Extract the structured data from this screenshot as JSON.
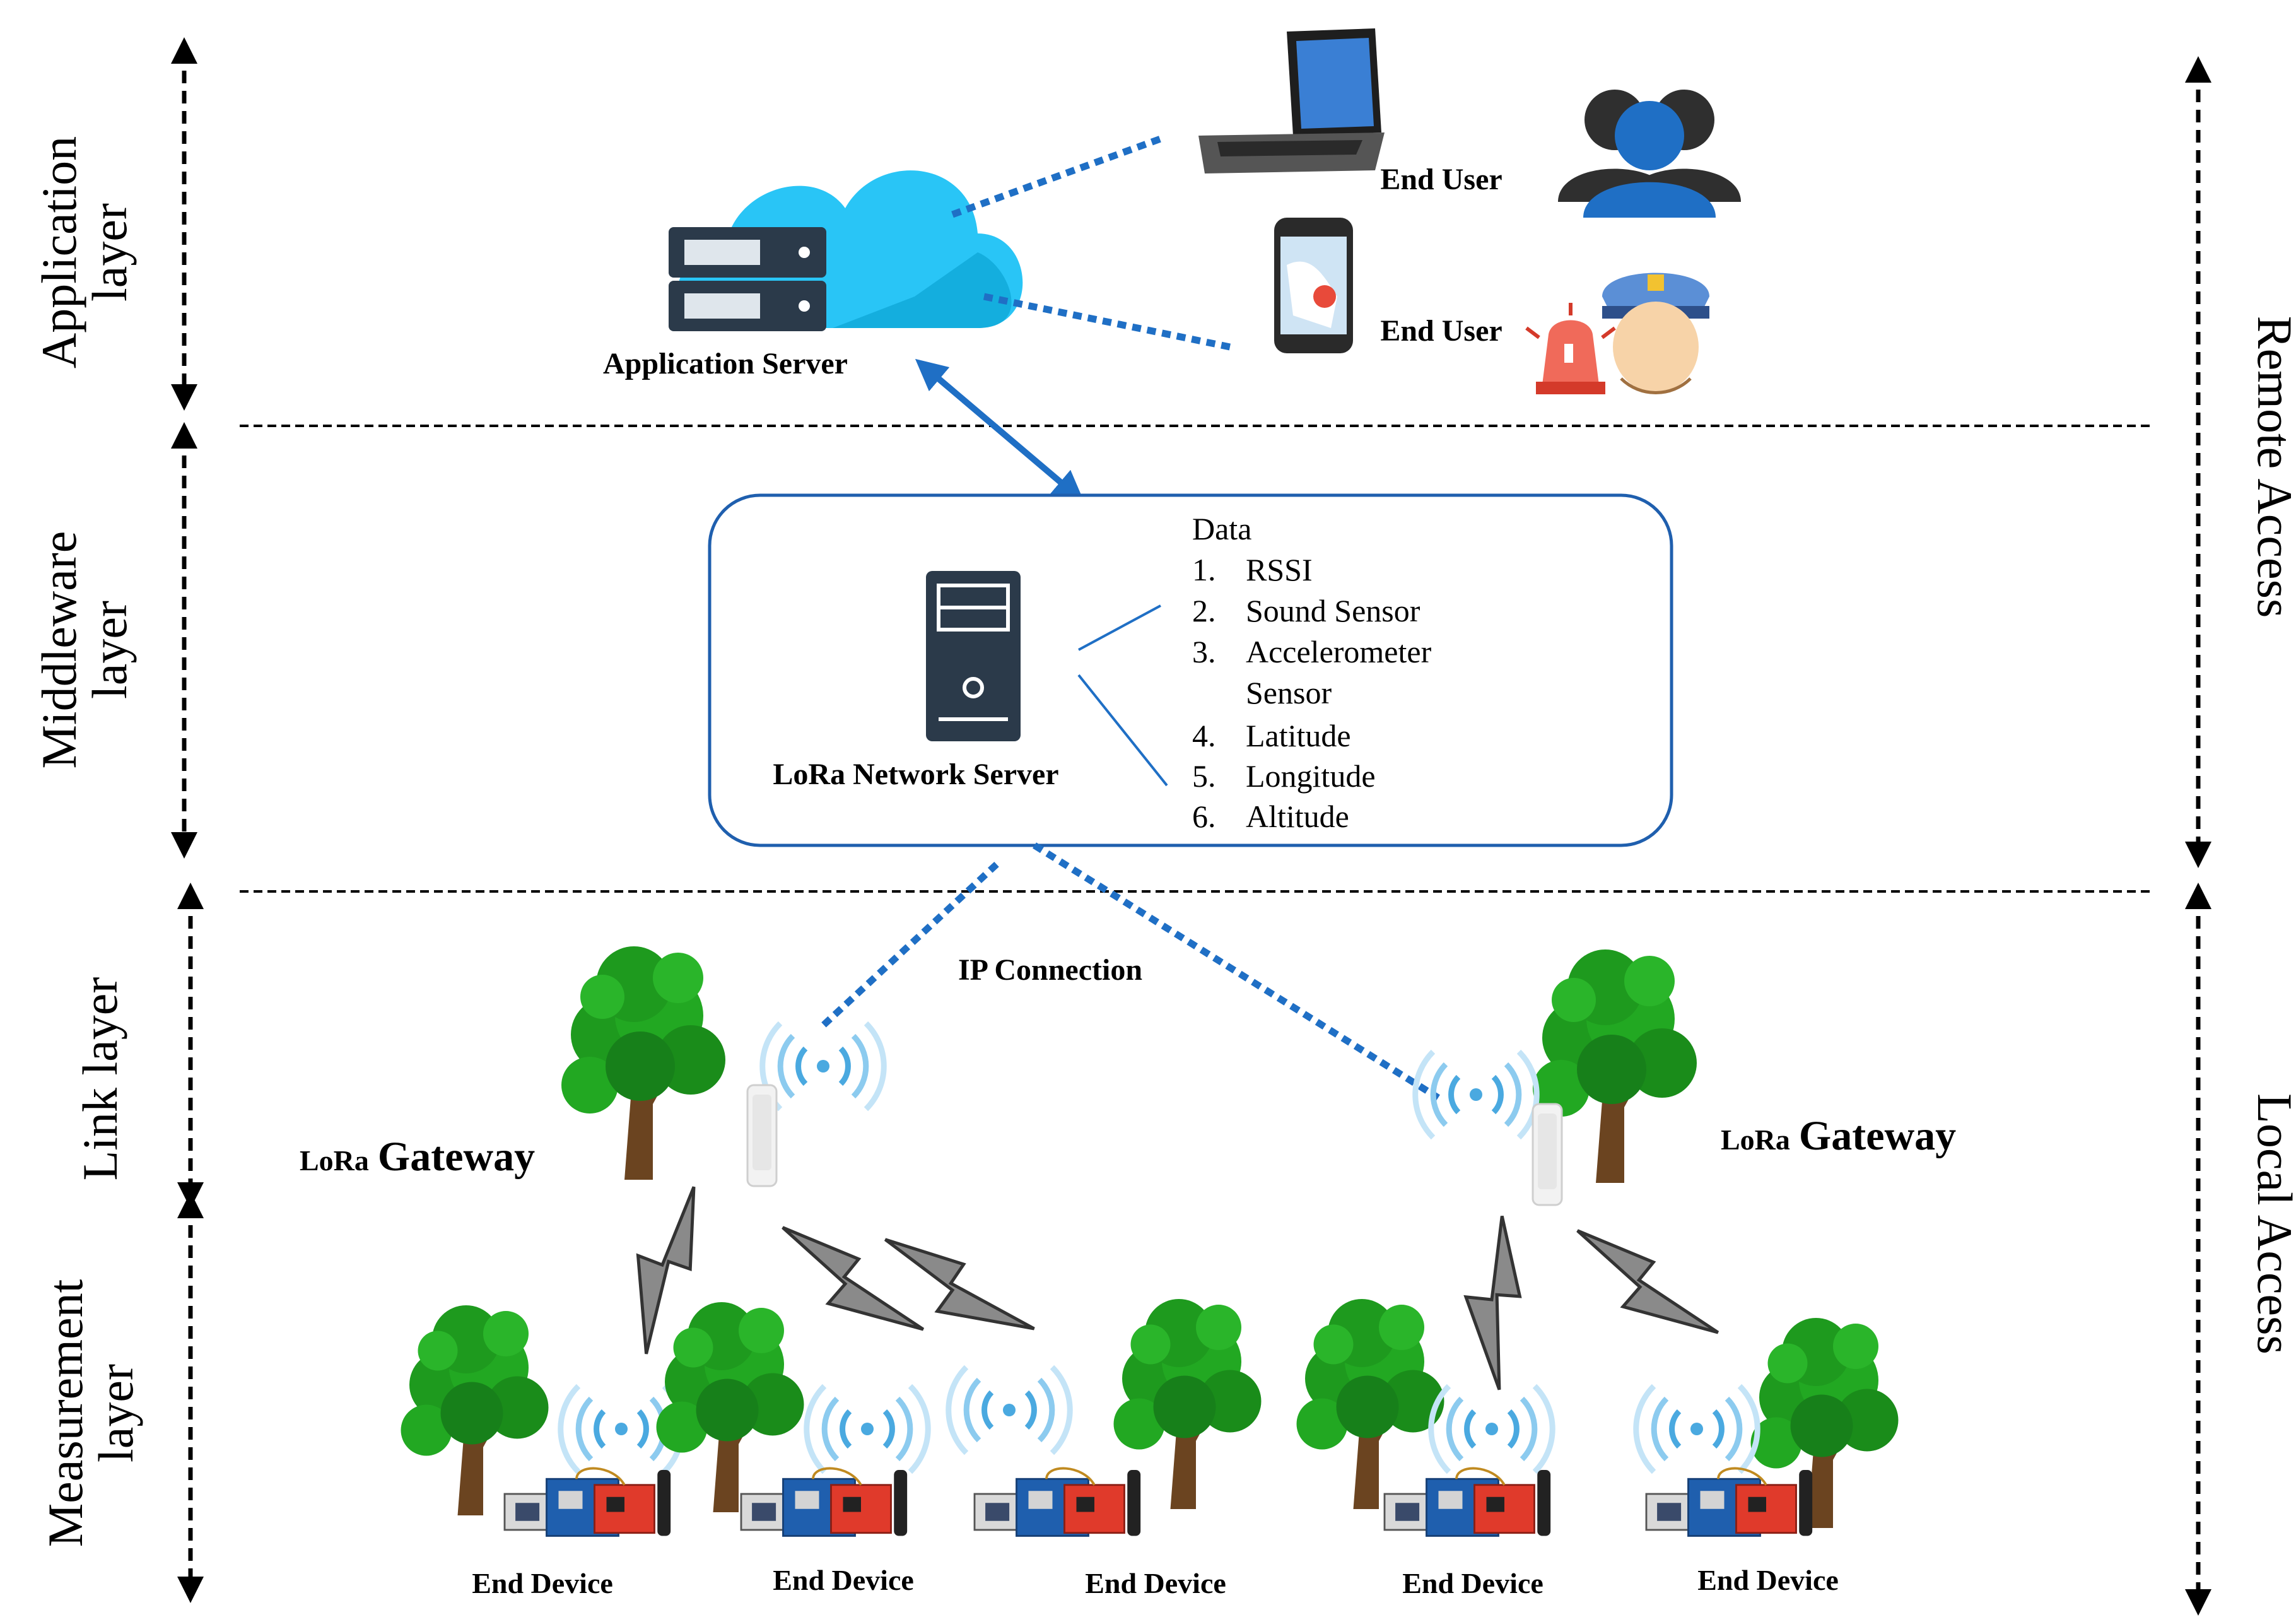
{
  "layers": {
    "application": [
      "Application",
      "layer"
    ],
    "middleware": [
      "Middleware",
      "layer"
    ],
    "link": "Link layer",
    "measurement": [
      "Measurement",
      "layer"
    ]
  },
  "access": {
    "remote": "Remote Access",
    "local": "Local Access"
  },
  "application_server": "Application Server",
  "end_users": [
    "End User",
    "End User"
  ],
  "network_server": "LoRa Network Server",
  "data_box": {
    "title": "Data",
    "items": [
      "1.",
      "RSSI",
      "2.",
      "Sound Sensor",
      "3.",
      "Accelerometer",
      "Sensor",
      "4.",
      "Latitude",
      "5.",
      "Longitude",
      "6.",
      "Altitude"
    ]
  },
  "ip_connection": "IP Connection",
  "gateways": [
    {
      "prefix": "LoRa",
      "name": "Gateway"
    },
    {
      "prefix": "LoRa",
      "name": "Gateway"
    }
  ],
  "end_devices": [
    "End Device",
    "End Device",
    "End Device",
    "End Device",
    "End Device"
  ],
  "colors": {
    "cloud": "#29c5f6",
    "server": "#2b3a4a",
    "link_blue": "#1f6fc5",
    "tree_green": "#1e9a1e",
    "trunk": "#6b4420",
    "lightning": "#777777",
    "wifi": "#4aa9e0"
  }
}
